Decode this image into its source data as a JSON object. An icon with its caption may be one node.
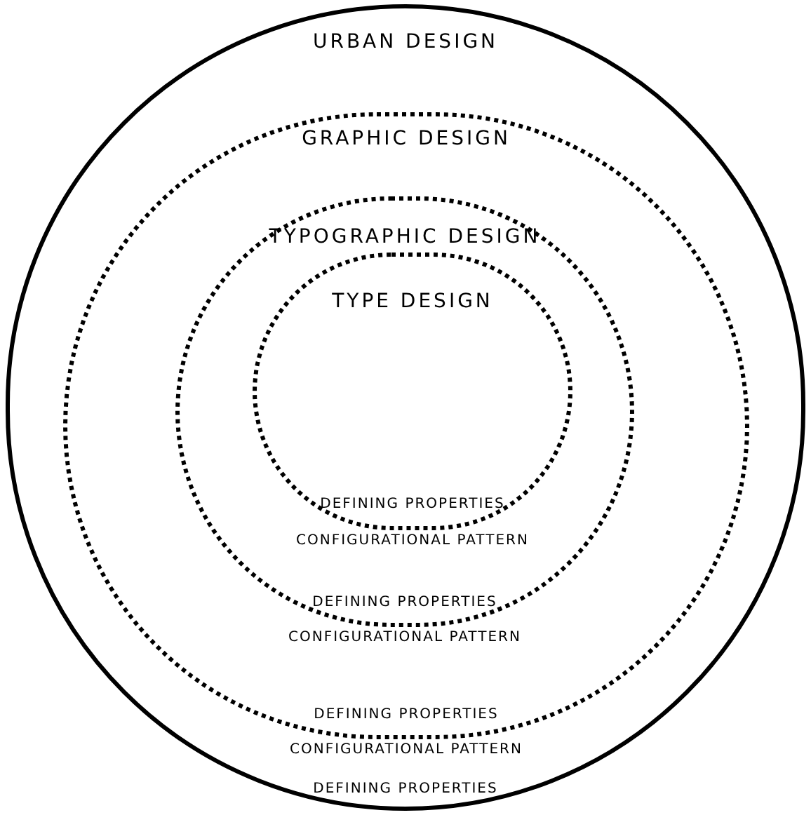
{
  "diagram": {
    "nodes": [
      {
        "text": [
          "URBAN DESIGN",
          "DEFINING PROPERTIES"
        ]
      },
      {
        "text": [
          "GRAPHIC DESIGN",
          "DEFINING PROPERTIES"
        ],
        "in": 0,
        "beside": [
          "CONFIGURATIONAL PATTERN"
        ]
      },
      {
        "text": [
          "TYPOGRAPHIC DESIGN",
          "DEFINING PROPERTIES"
        ],
        "in": 1,
        "beside": [
          "CONFIGURATIONAL PATTERN"
        ]
      },
      {
        "text": [
          "TYPE DESIGN",
          "DEFINING PROPERTIES"
        ],
        "in": 2,
        "beside": [
          "CONFIGURATIONAL PATTERN"
        ]
      }
    ]
  }
}
